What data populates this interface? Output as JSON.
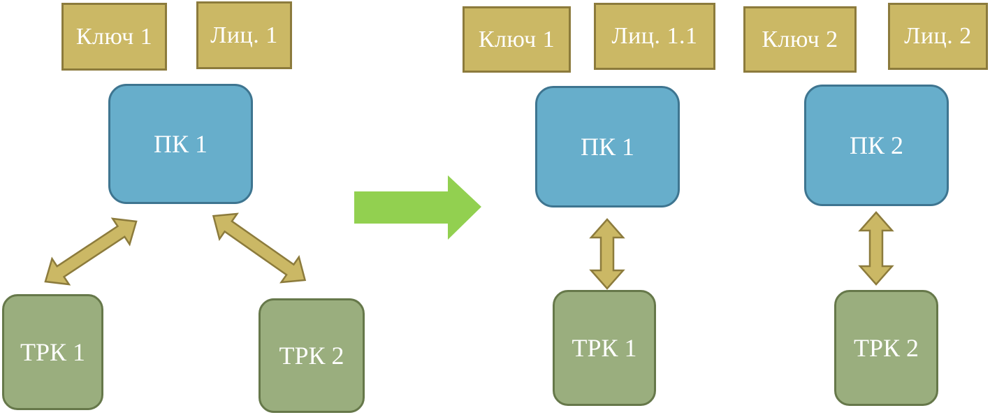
{
  "diagram": {
    "left": {
      "key": "Ключ 1",
      "license": "Лиц. 1",
      "pc": "ПК 1",
      "trk1": "ТРК 1",
      "trk2": "ТРК 2"
    },
    "right": {
      "group1": {
        "key": "Ключ 1",
        "license": "Лиц. 1.1",
        "pc": "ПК 1",
        "trk": "ТРК 1"
      },
      "group2": {
        "key": "Ключ 2",
        "license": "Лиц. 2",
        "pc": "ПК 2",
        "trk": "ТРК 2"
      }
    }
  },
  "colors": {
    "key_fill": "#cbb865",
    "key_border": "#8c7b3c",
    "pc_fill": "#67aecb",
    "pc_border": "#3e7590",
    "trk_fill": "#9aae7e",
    "trk_border": "#66784a",
    "link_arrow_fill": "#cbb865",
    "link_arrow_border": "#8c7b3c",
    "transition_arrow": "#92d050"
  }
}
